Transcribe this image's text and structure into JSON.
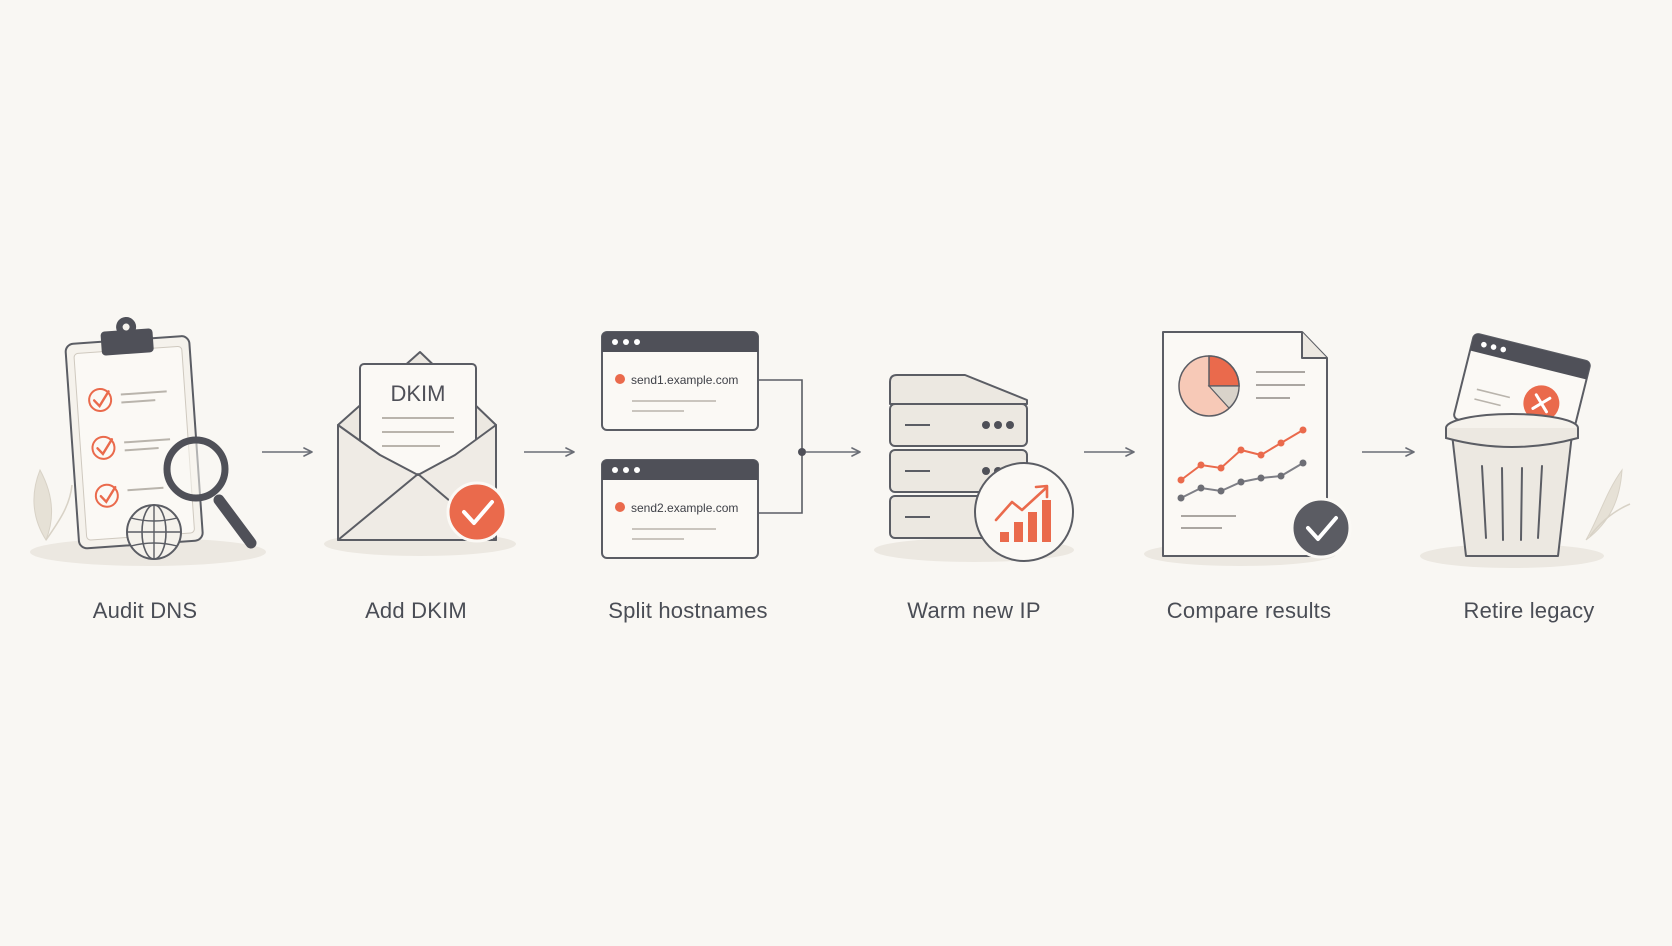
{
  "colors": {
    "background": "#f9f7f3",
    "accent": "#ea6a4c",
    "dark": "#4f5058",
    "line": "#6b6e76",
    "paper": "#f7f4ef",
    "fill": "#e9e5df"
  },
  "steps": [
    {
      "label": "Audit DNS",
      "icon": "clipboard-magnifier-globe-icon"
    },
    {
      "label": "Add DKIM",
      "icon": "envelope-dkim-check-icon"
    },
    {
      "label": "Split hostnames",
      "icon": "two-browser-windows-icon"
    },
    {
      "label": "Warm new IP",
      "icon": "server-rising-chart-icon"
    },
    {
      "label": "Compare results",
      "icon": "report-charts-check-icon"
    },
    {
      "label": "Retire legacy",
      "icon": "trash-bin-window-icon"
    }
  ],
  "dkim_card": {
    "title": "DKIM"
  },
  "hostnames": [
    {
      "host": "send1.example.com"
    },
    {
      "host": "send2.example.com"
    }
  ]
}
